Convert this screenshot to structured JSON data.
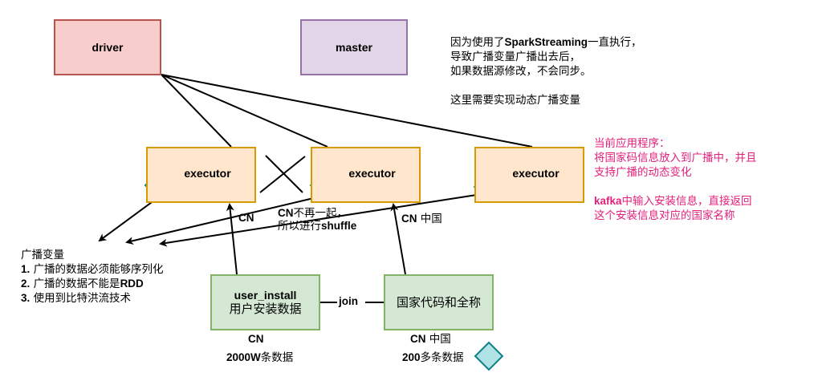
{
  "nodes": {
    "driver": "driver",
    "master": "master",
    "executors": [
      "executor",
      "executor",
      "executor"
    ],
    "user_install": {
      "title": "user_install",
      "subtitle": "用户安装数据"
    },
    "country_table": "国家代码和全称"
  },
  "note_top": {
    "line1_prefix": "因为使用了",
    "line1_bold": "SparkStreaming",
    "line1_suffix": "一直执行，",
    "line2": "导致广播变量广播出去后，",
    "line3": "如果数据源修改，不会同步。",
    "line4": "这里需要实现动态广播变量"
  },
  "note_right": {
    "line1": "当前应用程序：",
    "line2": "将国家码信息放入到广播中，并且",
    "line3": "支持广播的动态变化",
    "line4_bold": "kafka",
    "line4_rest": "中输入安装信息，直接返回",
    "line5": "这个安装信息对应的国家名称"
  },
  "note_left": {
    "title": "广播变量",
    "items": [
      {
        "num": "1.",
        "text": "广播的数据必须能够序列化",
        "bold": ""
      },
      {
        "num": "2.",
        "text": "广播的数据不能是",
        "bold": "RDD"
      },
      {
        "num": "3.",
        "text": "使用到比特洪流技术",
        "bold": ""
      }
    ]
  },
  "edge_labels": {
    "cn_left": "CN",
    "shuffle_line1_bold": "CN",
    "shuffle_line1_rest": "不再一起，",
    "shuffle_line2_prefix": "所以进行",
    "shuffle_line2_bold": "shuffle",
    "cn_right_bold": "CN",
    "cn_right_rest": " 中国",
    "join": "join"
  },
  "captions": {
    "ui_cn": "CN",
    "ui_count_bold": "2000W",
    "ui_count_rest": "条数据",
    "cc_cn_bold": "CN",
    "cc_cn_rest": " 中国",
    "cc_count_bold": "200",
    "cc_count_rest": "多条数据"
  },
  "colors": {
    "driver_fill": "#f8cecc",
    "driver_stroke": "#b85450",
    "master_fill": "#e1d5e7",
    "master_stroke": "#9673a6",
    "executor_fill": "#ffe6cc",
    "executor_stroke": "#d79b00",
    "data_fill": "#d5e8d4",
    "data_stroke": "#82b366",
    "diamond_fill": "#b0e3e6",
    "diamond_stroke": "#0e8088",
    "note_pink": "#e0217b"
  }
}
